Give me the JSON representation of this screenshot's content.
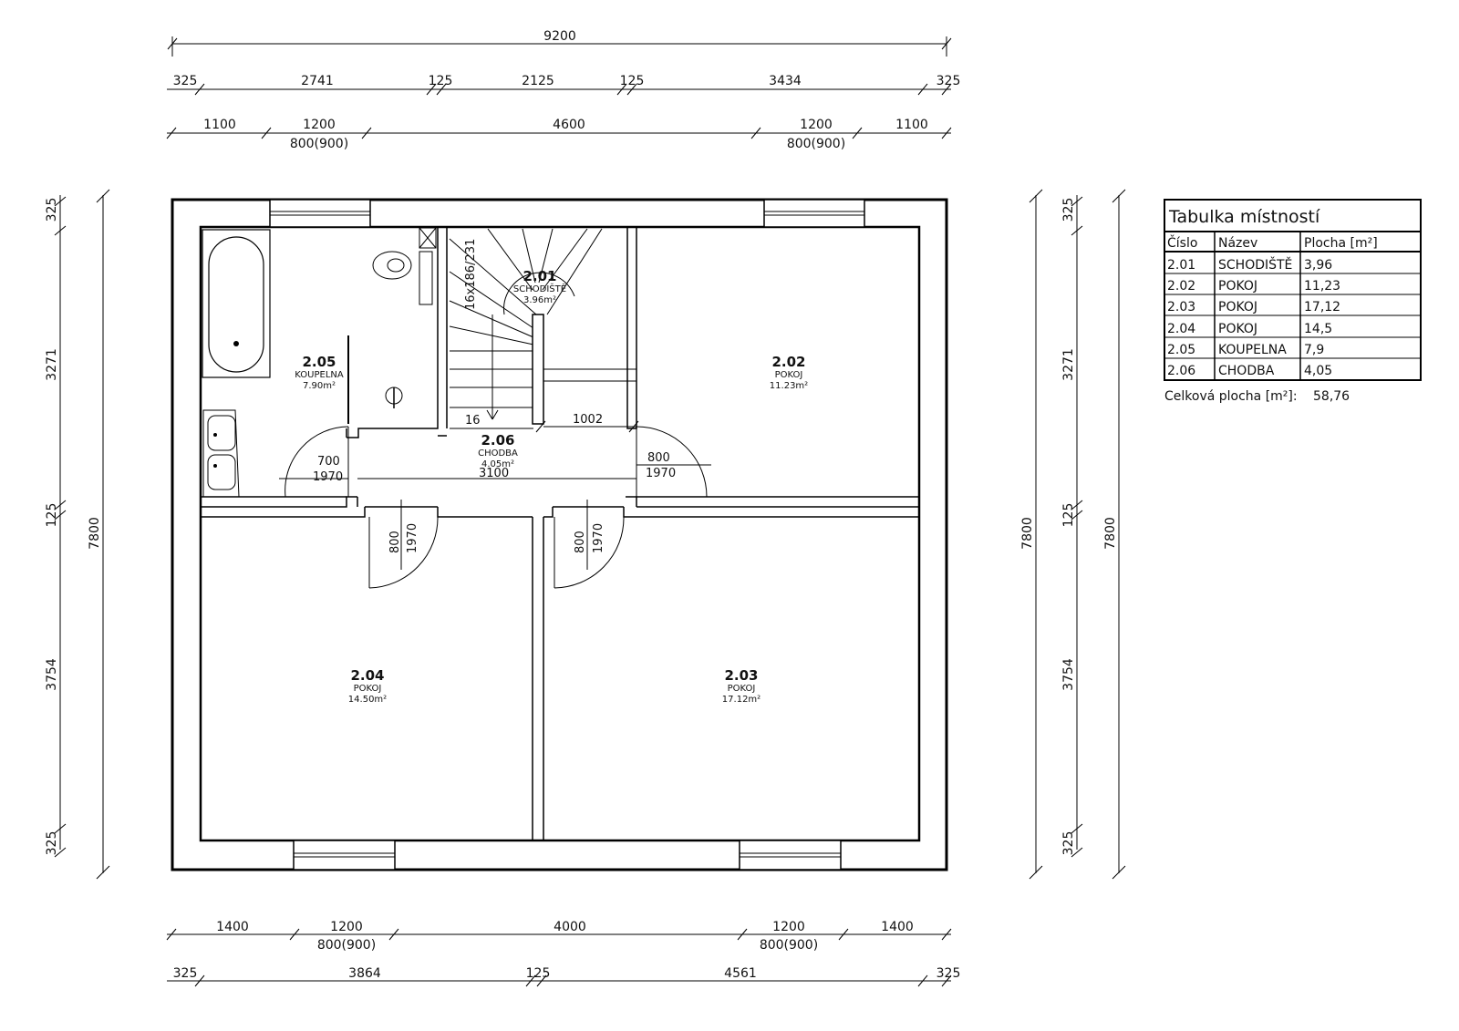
{
  "dimensions": {
    "top_total": "9200",
    "top_segments": [
      "325",
      "2741",
      "125",
      "2125",
      "125",
      "3434",
      "325"
    ],
    "top_openings": [
      "1100",
      "1200",
      "800(900)",
      "4600",
      "1200",
      "800(900)",
      "1100"
    ],
    "bottom_openings": [
      "1400",
      "1200",
      "800(900)",
      "4000",
      "1200",
      "800(900)",
      "1400"
    ],
    "bottom_segments": [
      "325",
      "3864",
      "125",
      "4561",
      "325"
    ],
    "left_segments": [
      "325",
      "3271",
      "125",
      "3754",
      "325"
    ],
    "left_total": "7800",
    "right_segments": [
      "325",
      "3271",
      "125",
      "3754",
      "325"
    ],
    "right_total_a": "7800",
    "right_total_b": "7800"
  },
  "rooms": [
    {
      "number": "2.01",
      "name": "SCHODIŠTĚ",
      "area": "3.96m²"
    },
    {
      "number": "2.02",
      "name": "POKOJ",
      "area": "11.23m²"
    },
    {
      "number": "2.03",
      "name": "POKOJ",
      "area": "17.12m²"
    },
    {
      "number": "2.04",
      "name": "POKOJ",
      "area": "14.50m²"
    },
    {
      "number": "2.05",
      "name": "KOUPELNA",
      "area": "7.90m²"
    },
    {
      "number": "2.06",
      "name": "CHODBA",
      "area": "4.05m²"
    }
  ],
  "plan_labels": {
    "stair_spec": "16x186/231",
    "stair_count": "16",
    "corridor_dim": "1002",
    "corridor_width": "3100",
    "door_bath_w": "700",
    "door_bath_h": "1970",
    "door_202_w": "800",
    "door_202_h": "1970",
    "door_204_w": "800",
    "door_204_h": "1970",
    "door_203_w": "800",
    "door_203_h": "1970"
  },
  "table": {
    "title": "Tabulka místností",
    "headers": [
      "Číslo",
      "Název",
      "Plocha [m²]"
    ],
    "rows": [
      [
        "2.01",
        "SCHODIŠTĚ",
        "3,96"
      ],
      [
        "2.02",
        "POKOJ",
        "11,23"
      ],
      [
        "2.03",
        "POKOJ",
        "17,12"
      ],
      [
        "2.04",
        "POKOJ",
        "14,5"
      ],
      [
        "2.05",
        "KOUPELNA",
        "7,9"
      ],
      [
        "2.06",
        "CHODBA",
        "4,05"
      ]
    ],
    "total_label": "Celková plocha [m²]:",
    "total_value": "58,76"
  }
}
